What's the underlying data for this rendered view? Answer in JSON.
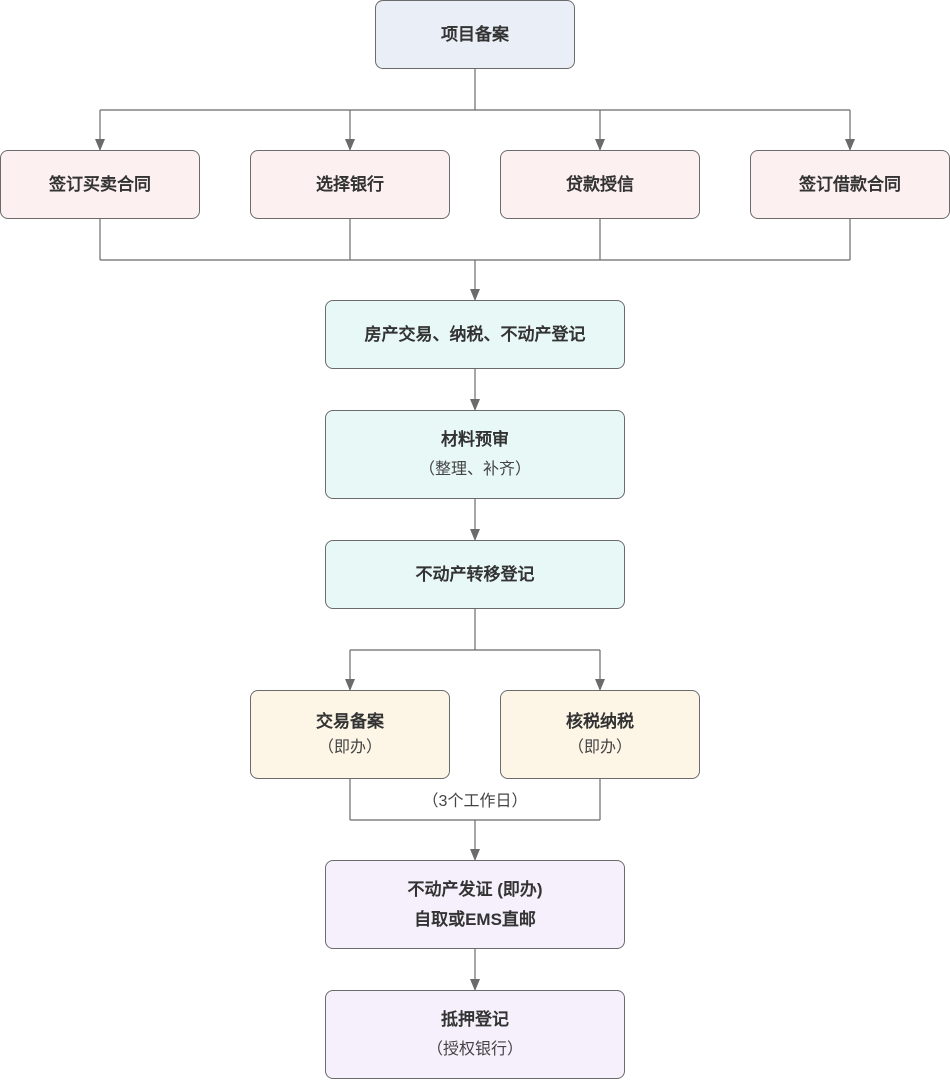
{
  "diagram": {
    "colors": {
      "line": "#6b6b6b",
      "blue": "#e9eef7",
      "pink": "#fdf0f1",
      "cyan": "#e8f8f6",
      "yellow": "#fdf6e7",
      "purple": "#f5f0fb"
    },
    "nodes": {
      "project_filing": {
        "title": "项目备案"
      },
      "sign_sale_contract": {
        "title": "签订买卖合同"
      },
      "choose_bank": {
        "title": "选择银行"
      },
      "loan_credit": {
        "title": "贷款授信"
      },
      "sign_loan_contract": {
        "title": "签订借款合同"
      },
      "property_trade_tax_registration": {
        "title": "房产交易、纳税、不动产登记"
      },
      "material_pre_review": {
        "title": "材料预审",
        "subtitle": "（整理、补齐）"
      },
      "transfer_registration": {
        "title": "不动产转移登记"
      },
      "transaction_filing": {
        "title": "交易备案",
        "subtitle": "（即办）"
      },
      "tax_verification": {
        "title": "核税纳税",
        "subtitle": "（即办）"
      },
      "certificate_issuance": {
        "title": "不动产发证 (即办)",
        "subtitle": "自取或EMS直邮"
      },
      "mortgage_registration": {
        "title": "抵押登记",
        "subtitle": "（授权银行）"
      }
    },
    "notes": {
      "three_workdays": "（3个工作日）"
    }
  }
}
